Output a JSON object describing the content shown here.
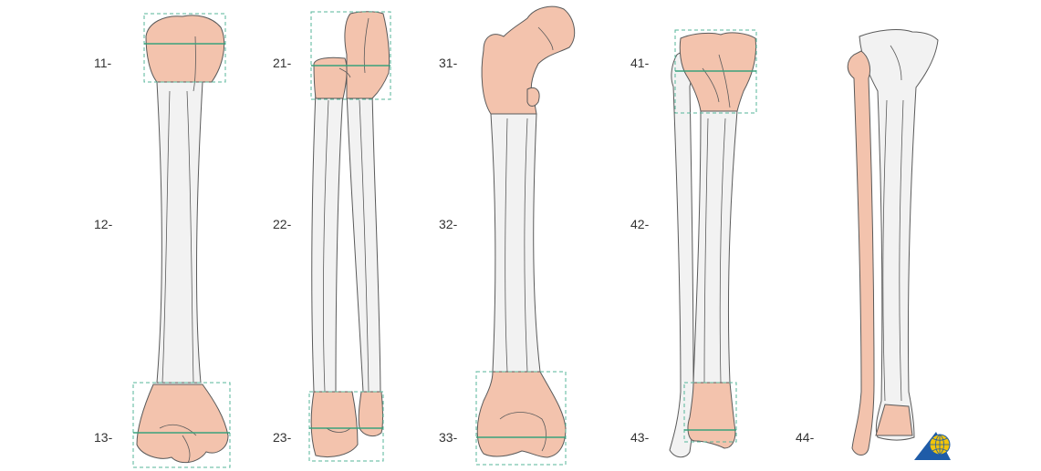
{
  "colors": {
    "bone_fill": "#f2f2f2",
    "bone_stroke": "#5a5a5a",
    "segment_highlight": "#f3c3ad",
    "box_stroke": "#54b59a",
    "measure_line": "#3aa27c",
    "logo_gold": "#f2c40a",
    "logo_blue": "#1f5ca8"
  },
  "bones": [
    {
      "name": "humerus",
      "labels": {
        "proximal": "11-",
        "diaphysis": "12-",
        "distal": "13-"
      }
    },
    {
      "name": "radius-ulna",
      "labels": {
        "proximal": "21-",
        "diaphysis": "22-",
        "distal": "23-"
      }
    },
    {
      "name": "femur",
      "labels": {
        "proximal": "31-",
        "diaphysis": "32-",
        "distal": "33-"
      }
    },
    {
      "name": "tibia",
      "labels": {
        "proximal": "41-",
        "diaphysis": "42-",
        "distal": "43-"
      }
    },
    {
      "name": "fibula",
      "labels": {
        "malleolar": "44-"
      }
    }
  ],
  "logo": {
    "icon": "ao-foundation-logo-icon"
  }
}
